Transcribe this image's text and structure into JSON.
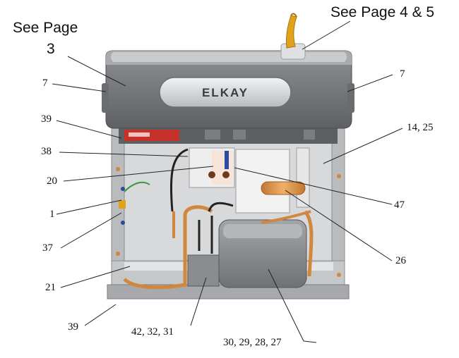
{
  "brand": "ELKAY",
  "callouts": {
    "see_page_3_line1": "See Page",
    "see_page_3_line2": "3",
    "see_page_4_5": "See Page 4 & 5",
    "part_7_left": "7",
    "part_7_right": "7",
    "part_39_top": "39",
    "part_14_25": "14, 25",
    "part_38": "38",
    "part_20": "20",
    "part_47": "47",
    "part_1": "1",
    "part_26": "26",
    "part_37": "37",
    "part_21": "21",
    "part_39_bottom": "39",
    "part_42_32_31": "42, 32, 31",
    "part_30_29_28_27": "30, 29, 28, 27"
  },
  "colors": {
    "housing": "#7f8184",
    "housing_dark": "#5b5d60",
    "basin": "#a9abae",
    "frame": "#b9bbbd",
    "copper": "#d0883f",
    "compressor": "#8e9093",
    "label_red": "#c8312a",
    "bubbler": "#e0a21c",
    "leader": "#222222"
  }
}
